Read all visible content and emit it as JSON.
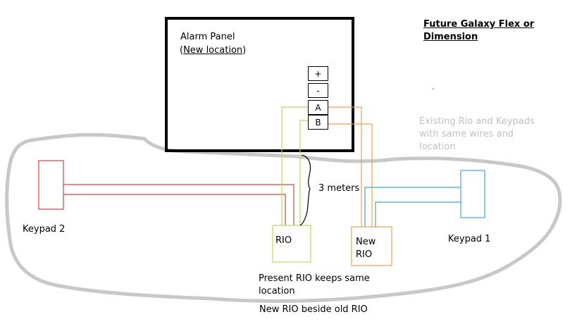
{
  "title": {
    "line1": "Future Galaxy Flex or",
    "line2": "Dimension"
  },
  "alarm_panel": {
    "label": "Alarm Panel",
    "open_paren": "(",
    "location": "New location",
    "close_paren": ")",
    "terminals": [
      "+",
      "-",
      "A",
      "B"
    ]
  },
  "existing_note": {
    "line1": "Existing Rio and Keypads",
    "line2": "with same wires and",
    "line3": "location"
  },
  "distance_label": "3 meters",
  "keypad2_label": "Keypad 2",
  "keypad1_label": "Keypad 1",
  "rio_label": "RIO",
  "new_rio": {
    "line1": "New",
    "line2": "RIO"
  },
  "present_note": {
    "line1": "Present RIO keeps same",
    "line2": "location"
  },
  "new_beside_note": "New RIO beside old RIO",
  "colors": {
    "panel_border": "#000000",
    "cloud": "#c8c8c8",
    "red_wire": "#d94040",
    "green_wire": "#b8d860",
    "orange_wire": "#f0a050",
    "blue_wire": "#40a8d8",
    "note_grey": "#c0c0c0"
  }
}
